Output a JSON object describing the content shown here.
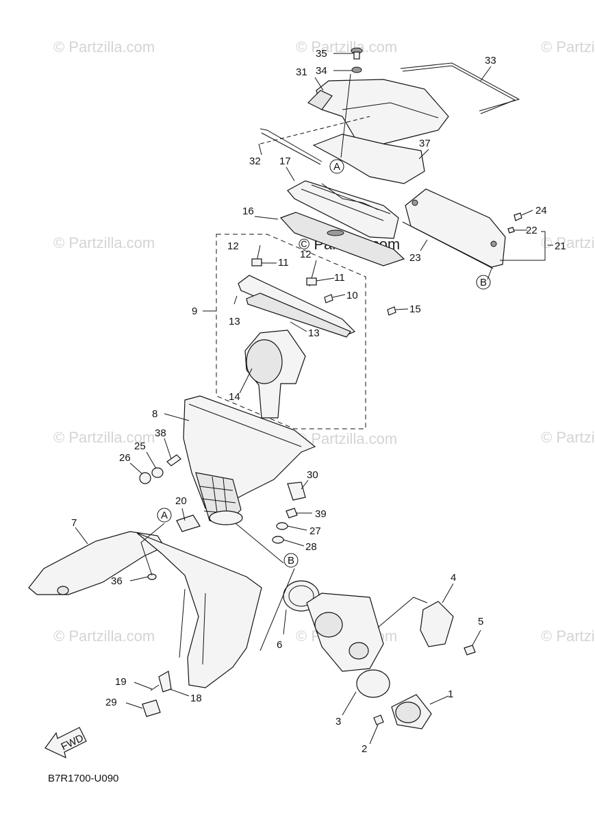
{
  "watermark": "© Partzilla.com",
  "diagram_code": "B7R1700-U090",
  "fwd_label": "FWD",
  "callouts": {
    "p1": "1",
    "p2": "2",
    "p3": "3",
    "p4": "4",
    "p5": "5",
    "p6": "6",
    "p7": "7",
    "p8": "8",
    "p9": "9",
    "p10": "10",
    "p11a": "11",
    "p11b": "11",
    "p12a": "12",
    "p12b": "12",
    "p13a": "13",
    "p13b": "13",
    "p14": "14",
    "p15": "15",
    "p16": "16",
    "p17": "17",
    "p18": "18",
    "p19": "19",
    "p20": "20",
    "p21": "21",
    "p22": "22",
    "p23": "23",
    "p24": "24",
    "p25": "25",
    "p26": "26",
    "p27": "27",
    "p28": "28",
    "p29": "29",
    "p30": "30",
    "p31": "31",
    "p32": "32",
    "p33": "33",
    "p34": "34",
    "p35": "35",
    "p36": "36",
    "p37": "37",
    "p38": "38",
    "p39": "39"
  },
  "refs": {
    "a": "A",
    "b": "B"
  }
}
